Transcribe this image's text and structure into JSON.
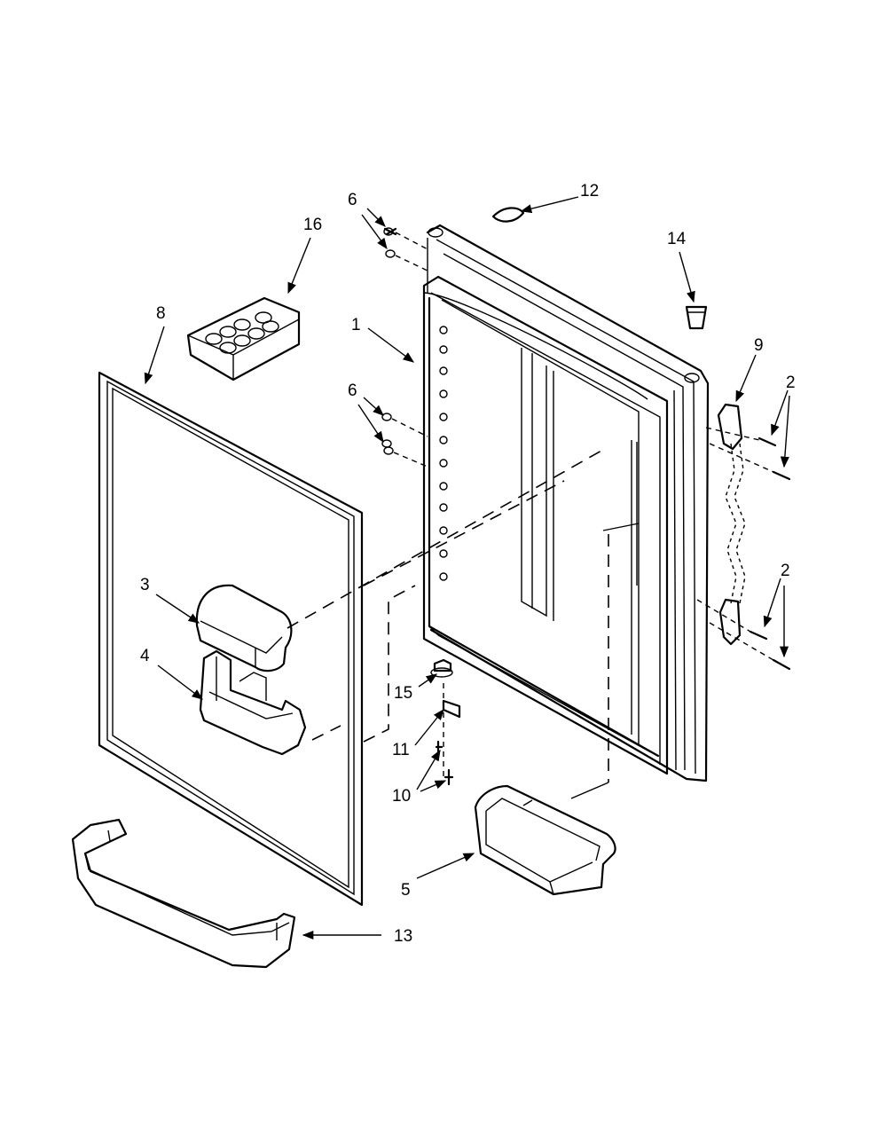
{
  "callouts": {
    "c1": "1",
    "c2a": "2",
    "c2b": "2",
    "c3": "3",
    "c4": "4",
    "c5": "5",
    "c6a": "6",
    "c6b": "6",
    "c8": "8",
    "c9": "9",
    "c10": "10",
    "c11": "11",
    "c12": "12",
    "c13": "13",
    "c14": "14",
    "c15": "15",
    "c16": "16"
  }
}
